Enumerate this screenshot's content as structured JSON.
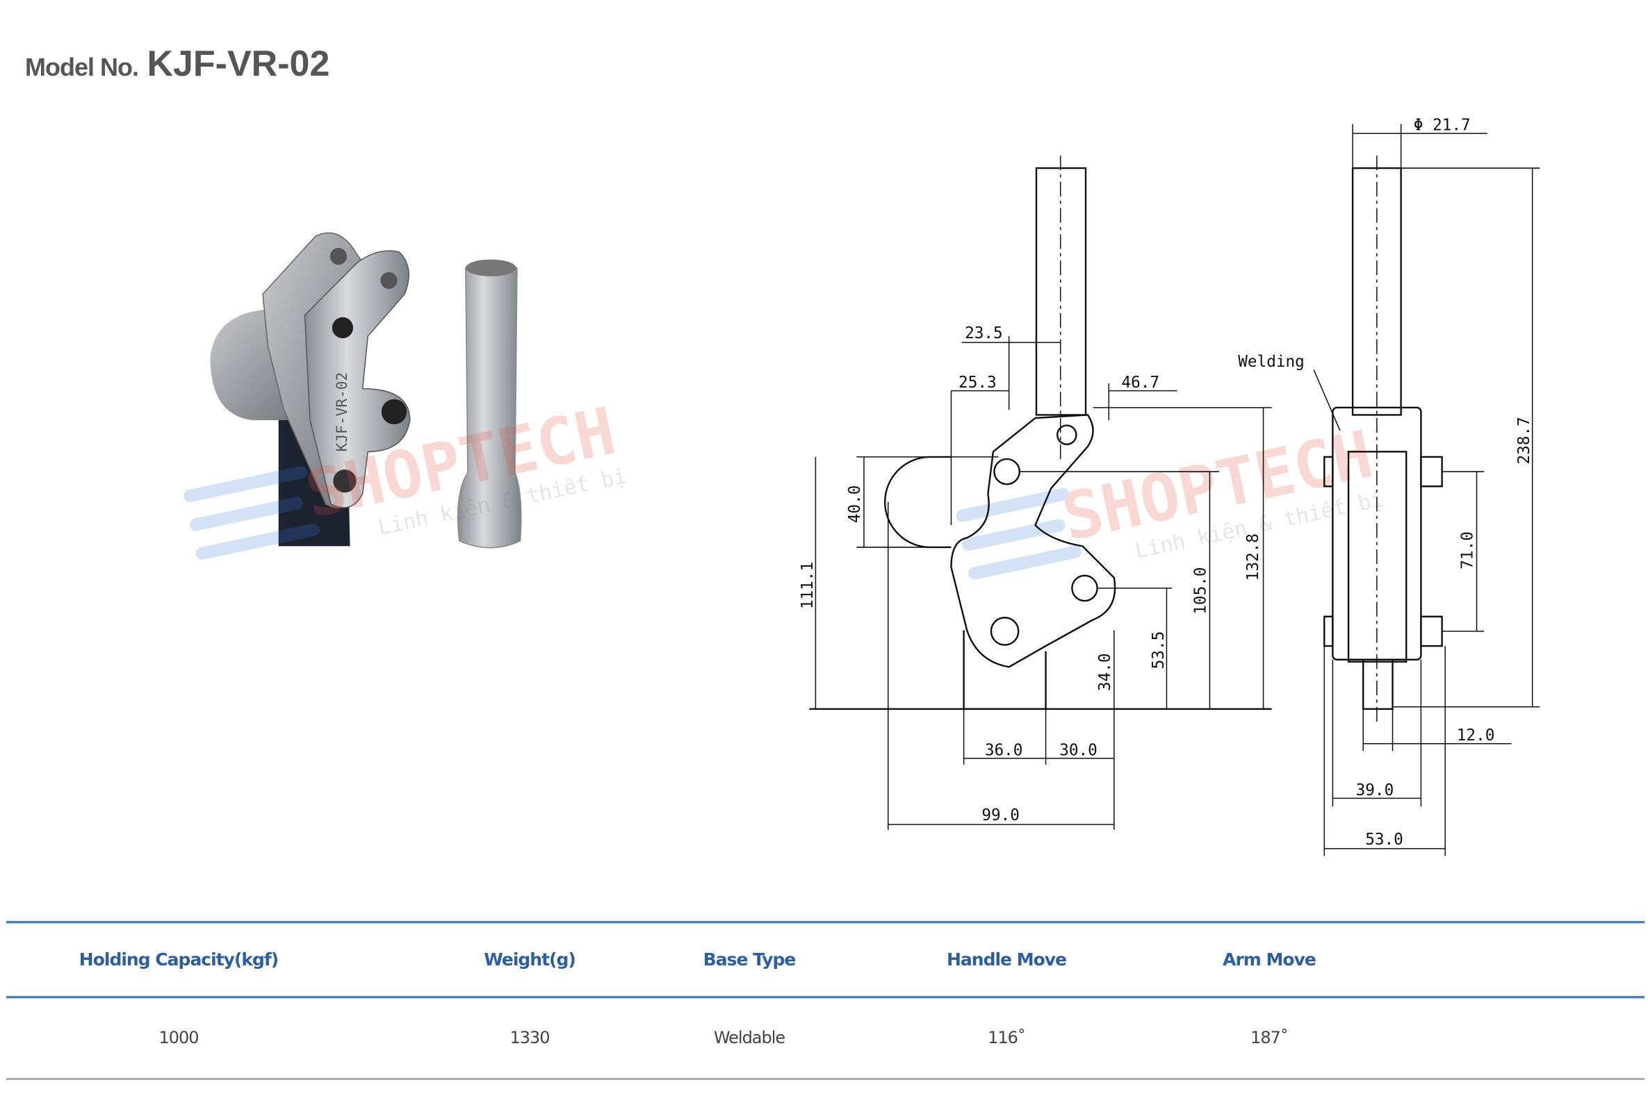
{
  "header": {
    "model_label": "Model No.",
    "model_value": "KJF-VR-02"
  },
  "watermark": {
    "brand": "SHOPTECH",
    "tagline": "Linh kiện & thiết bị"
  },
  "product_photo": {
    "engraving": "KJF-VR-02"
  },
  "drawing": {
    "dims": {
      "d_phi": "Φ 21.7",
      "d235": "23.5",
      "d253": "25.3",
      "d467": "46.7",
      "welding": "Welding",
      "d400": "40.0",
      "d1111": "111.1",
      "d1050": "105.0",
      "d1328": "132.8",
      "d535": "53.5",
      "d340": "34.0",
      "d2387": "238.7",
      "d710": "71.0",
      "d360": "36.0",
      "d300": "30.0",
      "d990": "99.0",
      "d120": "12.0",
      "d390": "39.0",
      "d530": "53.0"
    }
  },
  "specs": {
    "headers": [
      "Holding Capacity(kgf)",
      "Weight(g)",
      "Base Type",
      "Handle Move",
      "Arm Move"
    ],
    "values": [
      "1000",
      "1330",
      "Weldable",
      "116˚",
      "187˚"
    ]
  },
  "colors": {
    "header_text": "#2d5fa0",
    "rule_blue": "#4f7fb5",
    "rule_gray": "#aaaaaa"
  }
}
